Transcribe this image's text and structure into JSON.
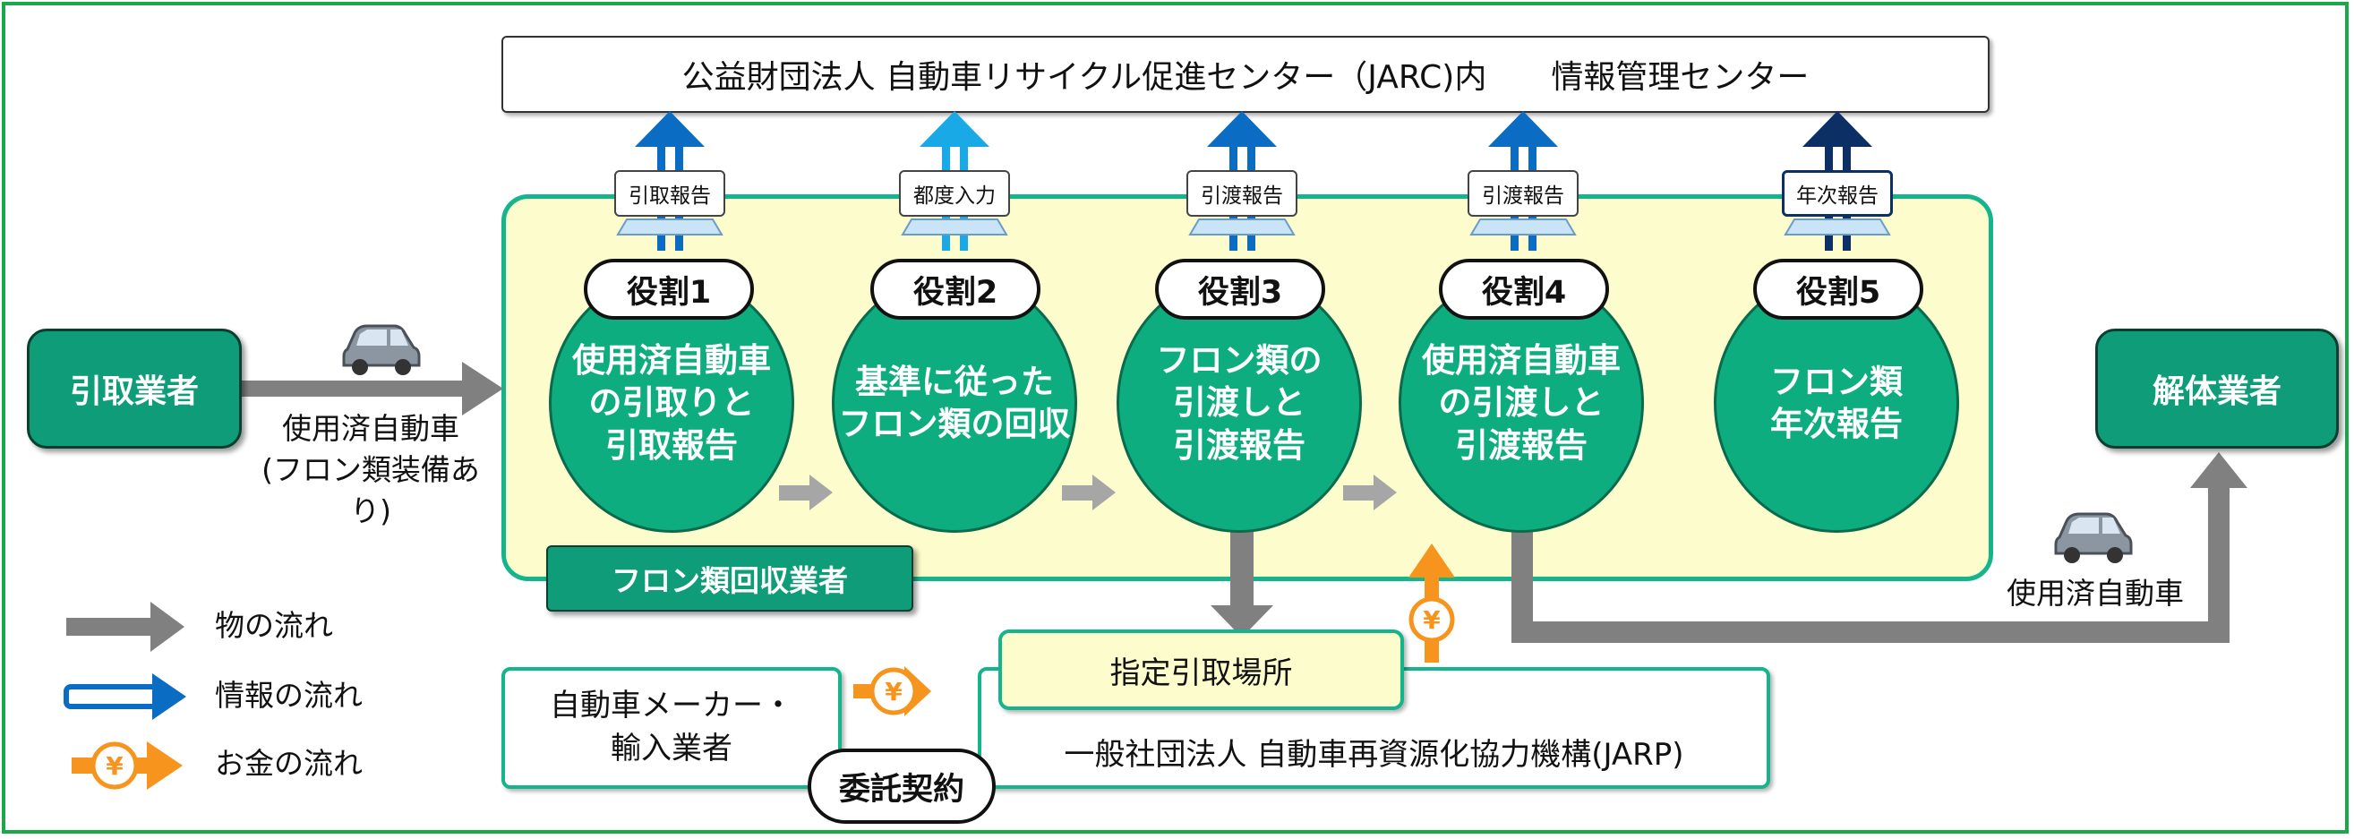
{
  "jarc": {
    "label": "公益財団法人 自動車リサイクル促進センター（JARC)内　　情報管理センター"
  },
  "zone": {
    "label": "フロン類回収業者"
  },
  "hikitori": {
    "label": "引取業者"
  },
  "kaitai": {
    "label": "解体業者"
  },
  "input_car": {
    "label": "使用済自動車\n(フロン類装備あり)"
  },
  "output_car": {
    "label": "使用済自動車"
  },
  "roles": [
    {
      "title": "役割1",
      "desc": "使用済自動車\nの引取りと\n引取報告",
      "report": "引取報告",
      "color": "#0b6cc4"
    },
    {
      "title": "役割2",
      "desc": "基準に従った\nフロン類の回収",
      "report": "都度入力",
      "color": "#19a9e6"
    },
    {
      "title": "役割3",
      "desc": "フロン類の\n引渡しと\n引渡報告",
      "report": "引渡報告",
      "color": "#0b6cc4"
    },
    {
      "title": "役割4",
      "desc": "使用済自動車\nの引渡しと\n引渡報告",
      "report": "引渡報告",
      "color": "#0b6cc4"
    },
    {
      "title": "役割5",
      "desc": "フロン類\n年次報告",
      "report": "年次報告",
      "color": "#0c2f66"
    }
  ],
  "legend": [
    {
      "label": "物の流れ"
    },
    {
      "label": "情報の流れ"
    },
    {
      "label": "お金の流れ"
    }
  ],
  "maker": {
    "label": "自動車メーカー・\n輸入業者"
  },
  "designated": {
    "label": "指定引取場所"
  },
  "jarp": {
    "label": "一般社団法人 自動車再資源化協力機構(JARP)"
  },
  "contract": {
    "label": "委託契約"
  },
  "yen": "¥",
  "colors": {
    "green": "#0ead7f",
    "material_gray": "#808080",
    "money_orange": "#f7941d",
    "zone_fill": "#fdfccc",
    "border_green": "#1aa84a"
  }
}
